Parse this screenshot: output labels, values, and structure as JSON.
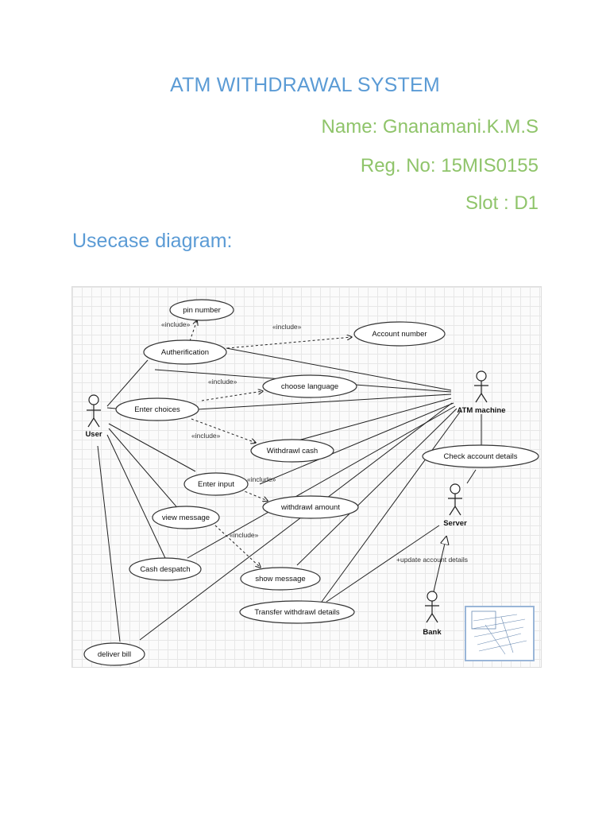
{
  "document": {
    "title": "ATM WITHDRAWAL SYSTEM",
    "name_line": "Name: Gnanamani.K.M.S",
    "reg_line": "Reg. No: 15MIS0155",
    "slot_line": "Slot : D1",
    "section_heading": "Usecase diagram:"
  },
  "colors": {
    "title_blue": "#5b9bd5",
    "info_green": "#8fc46a"
  },
  "diagram": {
    "actors": {
      "user": "User",
      "atm": "ATM machine",
      "server": "Server",
      "bank": "Bank"
    },
    "use_cases": {
      "pin_number": "pin number",
      "authentication": "Autherification",
      "account_number": "Account number",
      "choose_language": "choose language",
      "enter_choices": "Enter choices",
      "withdraw_cash": "Withdrawl cash",
      "check_account": "Check account details",
      "enter_input": "Enter input",
      "withdraw_amount": "withdrawl amount",
      "view_message": "view message",
      "cash_despatch": "Cash despatch",
      "show_message": "show message",
      "transfer_details": "Transfer withdrawl details",
      "deliver_bill": "deliver bill"
    },
    "stereotypes": {
      "include_1": "«include»",
      "include_2": "«include»",
      "include_3": "«include»",
      "include_4": "«include»",
      "include_5": "«include»",
      "include_6": "«include»"
    },
    "notes": {
      "update_account": "+update account details"
    }
  }
}
